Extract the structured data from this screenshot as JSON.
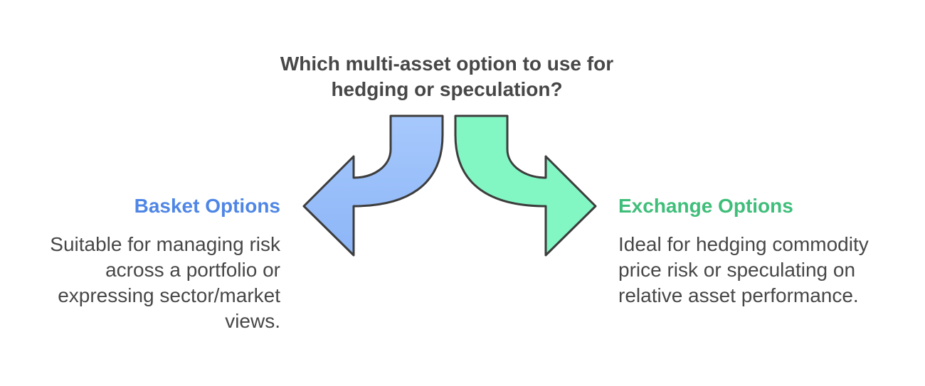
{
  "question": {
    "line1": "Which multi-asset option to use for",
    "line2": "hedging or speculation?"
  },
  "left_option": {
    "title": "Basket Options",
    "description_lines": [
      "Suitable for managing risk",
      "across a portfolio or",
      "expressing sector/market",
      "views."
    ],
    "title_color": "#4f86e6",
    "arrow_color": "#9cc0fb"
  },
  "right_option": {
    "title": "Exchange Options",
    "description_lines": [
      "Ideal for hedging commodity",
      "price risk or speculating on",
      "relative asset performance."
    ],
    "title_color": "#3fbe7a",
    "arrow_color": "#82f7c4"
  },
  "colors": {
    "text": "#474747",
    "outline": "#3d3d3d"
  }
}
